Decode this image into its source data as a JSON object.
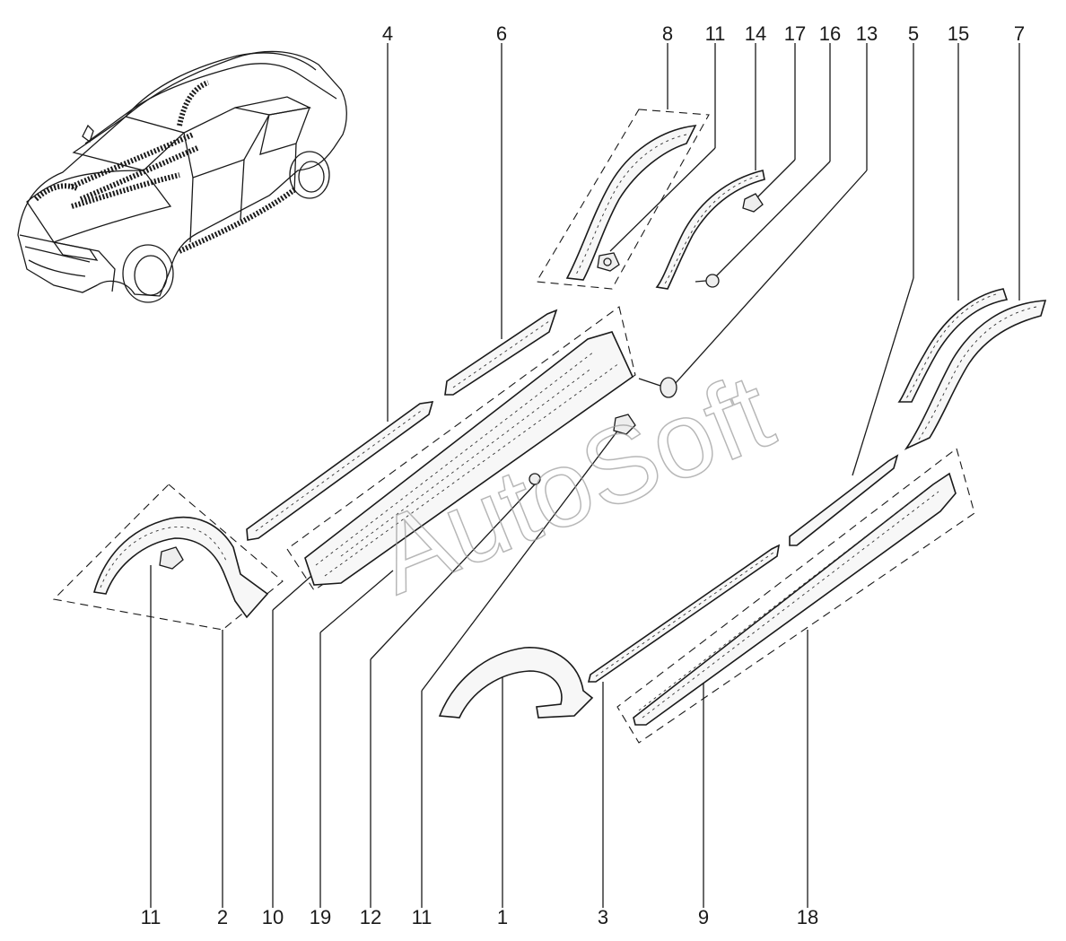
{
  "watermark": "AutoSoft",
  "labels_top": [
    {
      "id": "top-4",
      "text": "4"
    },
    {
      "id": "top-6",
      "text": "6"
    },
    {
      "id": "top-8",
      "text": "8"
    },
    {
      "id": "top-11",
      "text": "11"
    },
    {
      "id": "top-14",
      "text": "14"
    },
    {
      "id": "top-17",
      "text": "17"
    },
    {
      "id": "top-16",
      "text": "16"
    },
    {
      "id": "top-13",
      "text": "13"
    },
    {
      "id": "top-5",
      "text": "5"
    },
    {
      "id": "top-15",
      "text": "15"
    },
    {
      "id": "top-7",
      "text": "7"
    }
  ],
  "labels_bottom": [
    {
      "id": "bottom-11a",
      "text": "11"
    },
    {
      "id": "bottom-2",
      "text": "2"
    },
    {
      "id": "bottom-10",
      "text": "10"
    },
    {
      "id": "bottom-19",
      "text": "19"
    },
    {
      "id": "bottom-12",
      "text": "12"
    },
    {
      "id": "bottom-11b",
      "text": "11"
    },
    {
      "id": "bottom-1",
      "text": "1"
    },
    {
      "id": "bottom-3",
      "text": "3"
    },
    {
      "id": "bottom-9",
      "text": "9"
    },
    {
      "id": "bottom-18",
      "text": "18"
    }
  ]
}
